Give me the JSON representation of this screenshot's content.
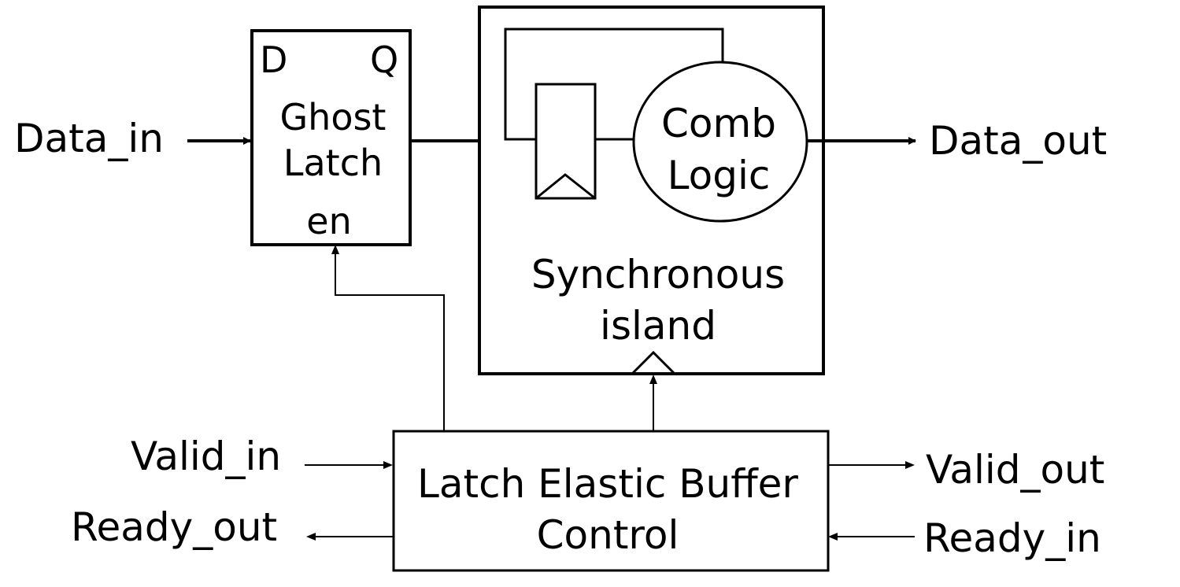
{
  "labels": {
    "data_in": "Data_in",
    "data_out": "Data_out",
    "valid_in": "Valid_in",
    "valid_out": "Valid_out",
    "ready_out": "Ready_out",
    "ready_in": "Ready_in"
  },
  "ghost_latch": {
    "d_port": "D",
    "q_port": "Q",
    "name_line1": "Ghost",
    "name_line2": "Latch",
    "en_port": "en"
  },
  "sync_island": {
    "line1": "Synchronous",
    "line2": "island"
  },
  "comb_logic": {
    "line1": "Comb",
    "line2": "Logic"
  },
  "control": {
    "line1": "Latch Elastic Buffer",
    "line2": "Control"
  }
}
